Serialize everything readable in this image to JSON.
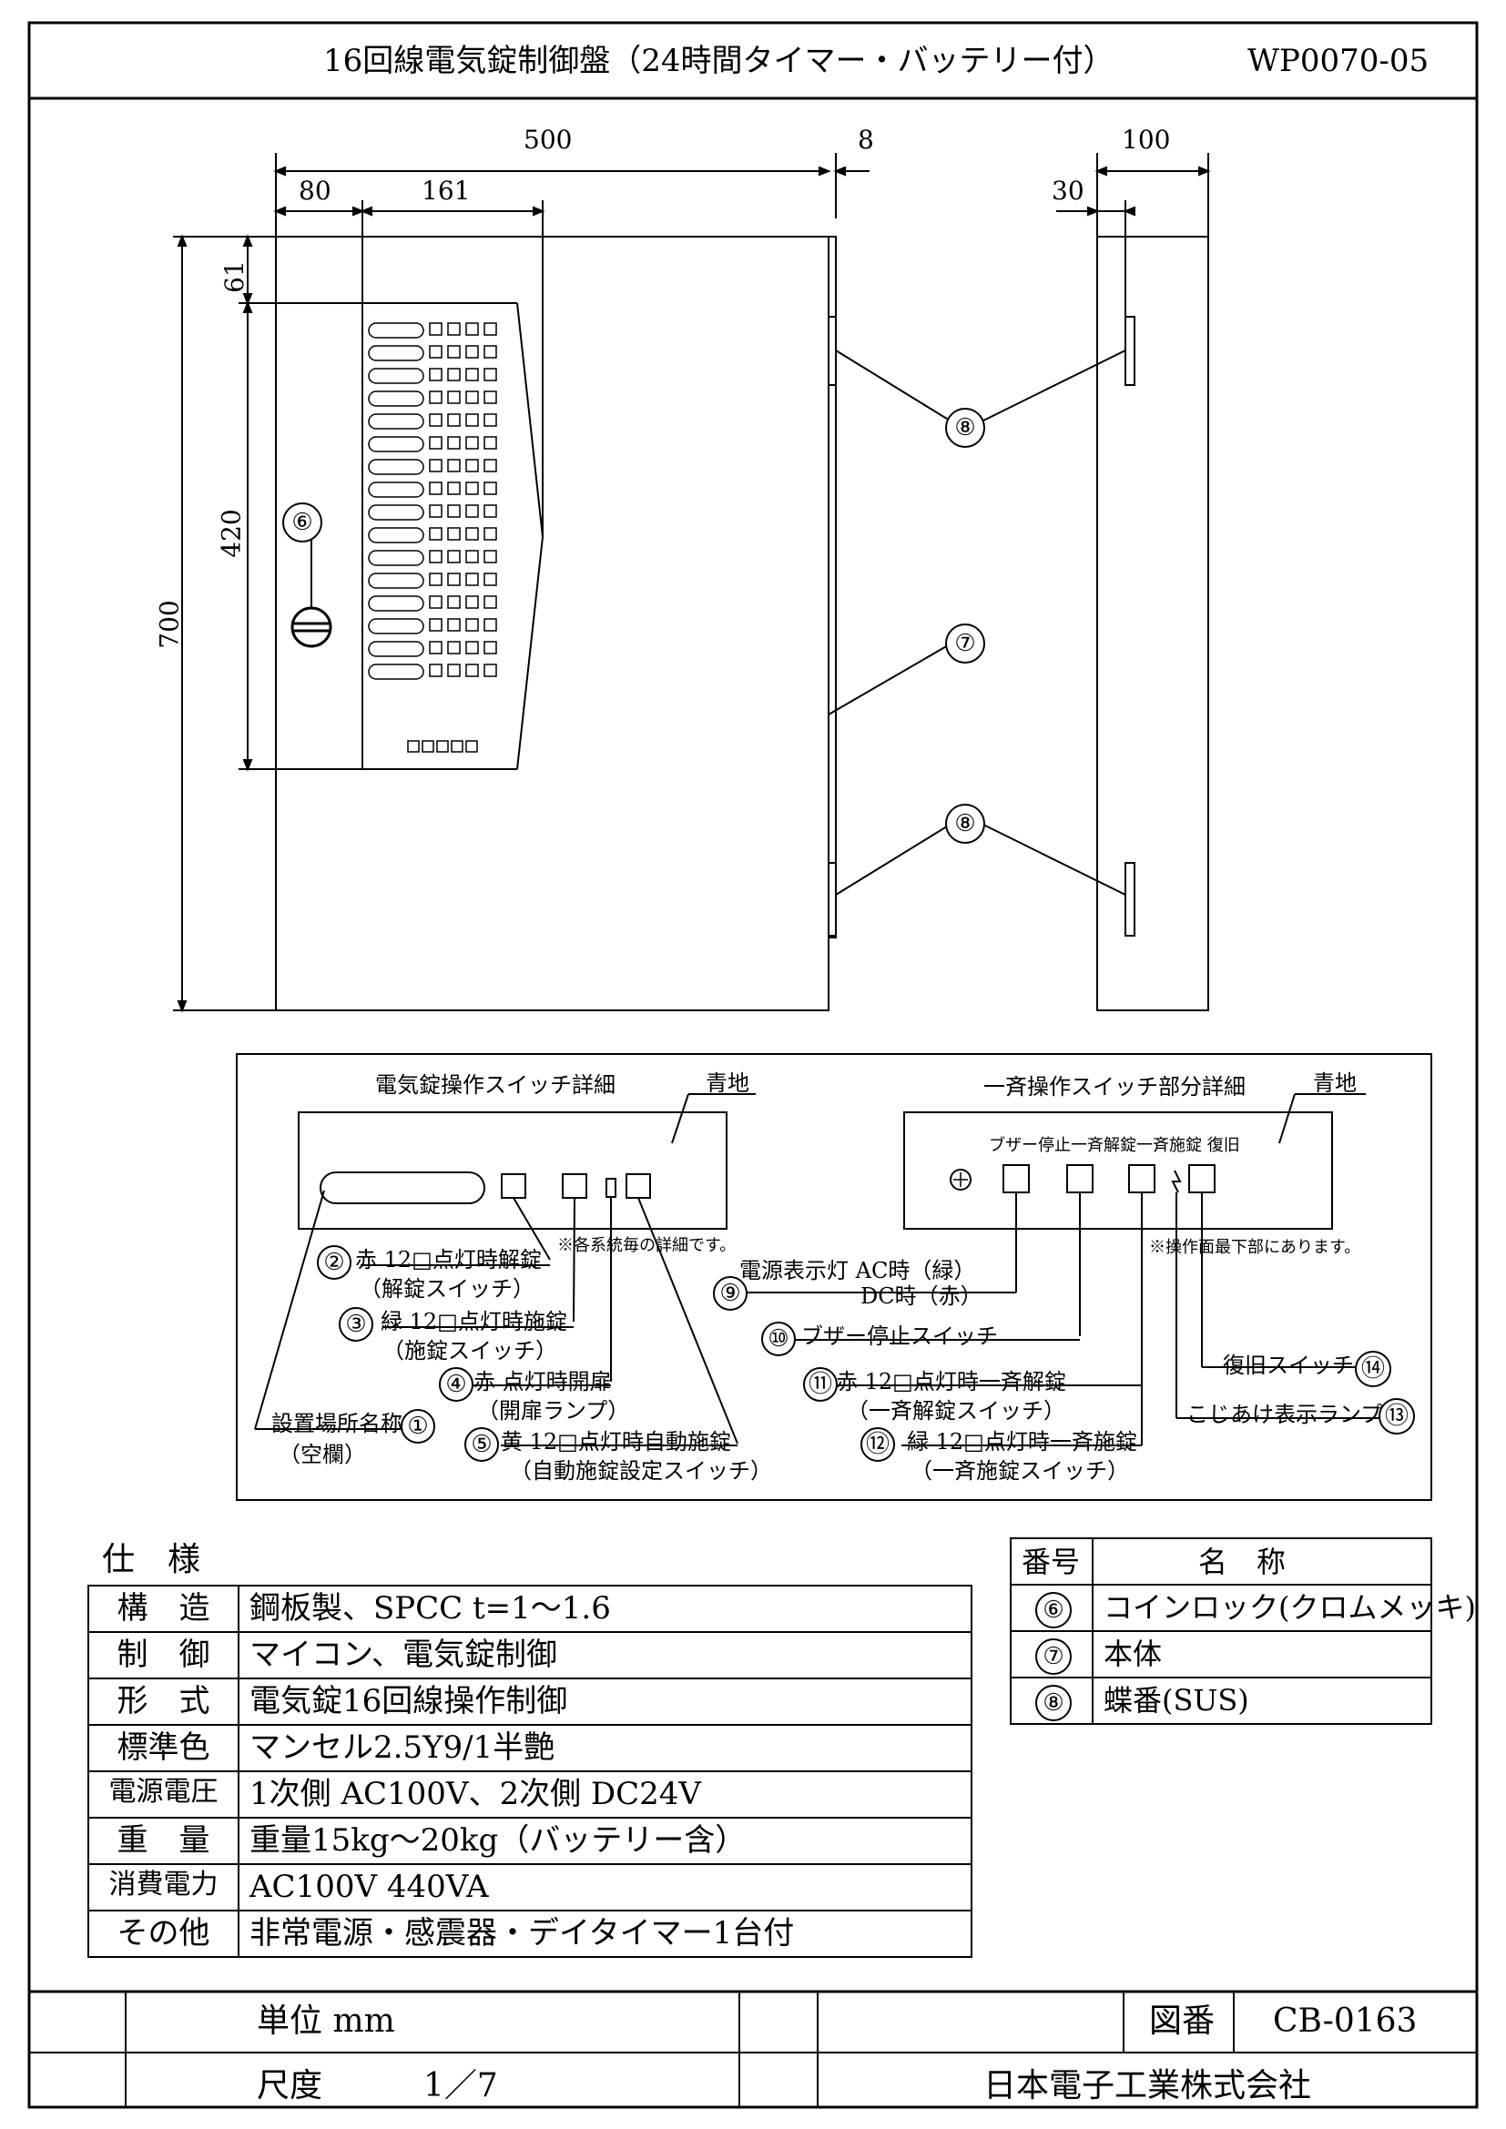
{
  "title": "16回線電気錠制御盤（24時間タイマー・バッテリー付）",
  "model": "WP0070-05",
  "dimensions": {
    "width": "500",
    "hinge": "8",
    "depth": "100",
    "side_offset": "30",
    "left_margin": "80",
    "panel_width": "161",
    "top": "61",
    "panel_height": "420",
    "height": "700"
  },
  "callouts": {
    "c6": "⑥",
    "c7": "⑦",
    "c8a": "⑧",
    "c8b": "⑧"
  },
  "switch_detail": {
    "title": "電気錠操作スイッチ詳細",
    "bg": "青地",
    "note": "※各系統毎の詳細です。",
    "items": [
      {
        "num": "②",
        "text": "赤 12□点灯時解錠",
        "sub": "（解錠スイッチ）"
      },
      {
        "num": "③",
        "text": "緑 12□点灯時施錠",
        "sub": "（施錠スイッチ）"
      },
      {
        "num": "④",
        "text": "赤 点灯時開扉",
        "sub": "（開扉ランプ）"
      },
      {
        "num": "⑤",
        "text": "黄 12□点灯時自動施錠",
        "sub": "（自動施錠設定スイッチ）"
      },
      {
        "num": "①",
        "text": "設置場所名称",
        "sub": "（空欄）"
      }
    ]
  },
  "group_detail": {
    "title": "一斉操作スイッチ部分詳細",
    "bg": "青地",
    "button_labels": "ブザー停止一斉解錠一斉施錠 復旧",
    "note": "※操作面最下部にあります。",
    "items": [
      {
        "num": "⑨",
        "text": "電源表示灯  AC時（緑）",
        "sub": "DC時（赤）"
      },
      {
        "num": "⑩",
        "text": "ブザー停止スイッチ",
        "sub": ""
      },
      {
        "num": "⑪",
        "text": "赤 12□点灯時一斉解錠",
        "sub": "（一斉解錠スイッチ）"
      },
      {
        "num": "⑫",
        "text": "緑 12□点灯時一斉施錠",
        "sub": "（一斉施錠スイッチ）"
      },
      {
        "num": "⑭",
        "text": "復旧スイッチ",
        "sub": ""
      },
      {
        "num": "⑬",
        "text": "こじあけ表示ランプ",
        "sub": ""
      }
    ]
  },
  "spec": {
    "heading": "仕　様",
    "rows": [
      {
        "label": "構　造",
        "value": "鋼板製、SPCC t=1〜1.6"
      },
      {
        "label": "制　御",
        "value": "マイコン、電気錠制御"
      },
      {
        "label": "形　式",
        "value": "電気錠16回線操作制御"
      },
      {
        "label": "標準色",
        "value": "マンセル2.5Y9/1半艶"
      },
      {
        "label": "電源電圧",
        "value": "1次側 AC100V、2次側 DC24V"
      },
      {
        "label": "重　量",
        "value": "重量15kg〜20kg（バッテリー含）"
      },
      {
        "label": "消費電力",
        "value": "AC100V  440VA"
      },
      {
        "label": "その他",
        "value": "非常電源・感震器・デイタイマー1台付"
      }
    ]
  },
  "parts": {
    "header_no": "番号",
    "header_name": "名　称",
    "rows": [
      {
        "no": "⑥",
        "name": "コインロック(クロムメッキ)"
      },
      {
        "no": "⑦",
        "name": "本体"
      },
      {
        "no": "⑧",
        "name": "蝶番(SUS)"
      }
    ]
  },
  "footer": {
    "unit": "単位 mm",
    "scale_label": "尺度",
    "scale": "1／7",
    "drawing_no_label": "図番",
    "drawing_no": "CB-0163",
    "company": "日本電子工業株式会社"
  }
}
